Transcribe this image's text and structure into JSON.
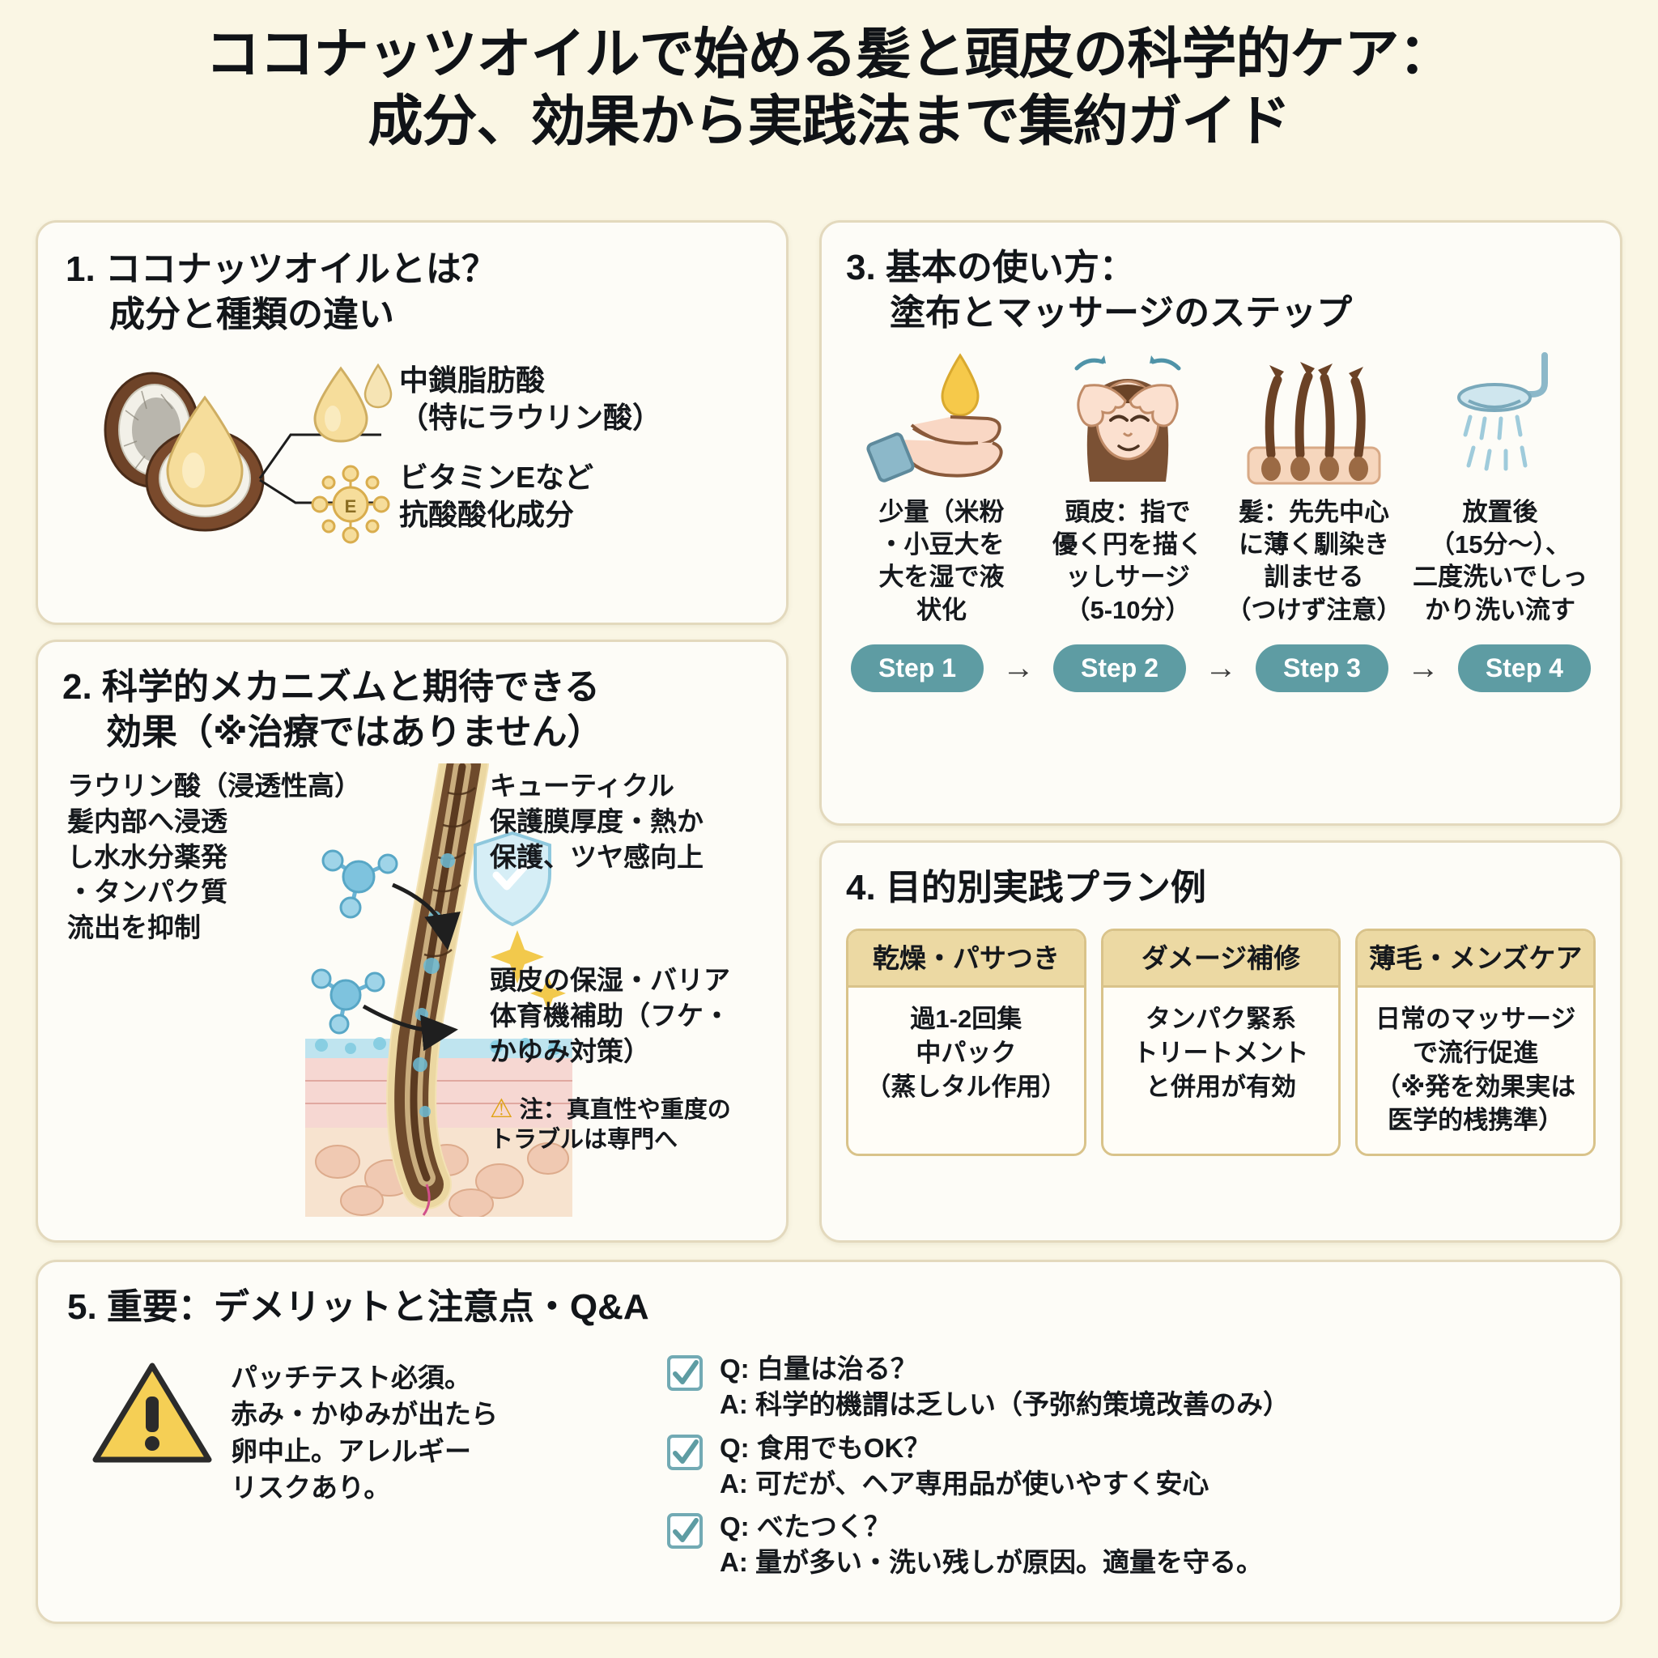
{
  "title": {
    "line1": "ココナッツオイルで始める髪と頭皮の科学的ケア：",
    "line2": "成分、効果から実践法まで集約ガイド"
  },
  "colors": {
    "page_bg": "#faf6e4",
    "card_bg": "#fdfcf7",
    "card_border": "#e3d9bd",
    "badge": "#5e9ca3",
    "plan_head": "#ecd9a3",
    "warning": "#e0a317",
    "check": "#5e9ca3"
  },
  "section1": {
    "title_line1": "1. ココナッツオイルとは？",
    "title_line2": "成分と種類の違い",
    "labels": [
      {
        "line1": "中鎖脂肪酸",
        "line2": "（特にラウリン酸）",
        "icon": "oil-drop-icon"
      },
      {
        "line1": "ビタミンEなど",
        "line2": "抗酸酸化成分",
        "icon": "vitamin-e-icon"
      }
    ]
  },
  "section2": {
    "title_line1": "2. 科学的メカニズムと期待できる",
    "title_line2": "効果（※治療ではありません）",
    "left_text": "ラウリン酸（浸透性高）\n髪内部へ浸透\nし水水分薬発\n・タンパク質\n流出を抑制",
    "right_text_1": "キューティクル\n保護膜厚度・熱か\n保護、ツヤ感向上",
    "right_text_2": "頭皮の保湿・バリア\n体育機補助（フケ・\nかゆみ対策）",
    "note": "注：真直性や重度の\nトラブルは専門へ",
    "note_icon": "warning-triangle-icon"
  },
  "section3": {
    "title_line1": "3. 基本の使い方：",
    "title_line2": "塗布とマッサージのステップ",
    "steps": [
      {
        "icon": "hand-with-oil-drop-icon",
        "caption": "少量（米粉\n・小豆大を\n大を湿で液\n状化",
        "badge": "Step 1"
      },
      {
        "icon": "head-massage-icon",
        "caption": "頭皮：指で\n優く円を描く\nッしサージ\n（5-10分）",
        "badge": "Step 2"
      },
      {
        "icon": "hair-strands-icon",
        "caption": "髪：先先中心\nに薄く馴染き\n訓ませる\n（つけず注意）",
        "badge": "Step 3"
      },
      {
        "icon": "shower-icon",
        "caption": "放置後\n（15分～）、\n二度洗いでしっ\nかり洗い流す",
        "badge": "Step 4"
      }
    ],
    "arrow": "→"
  },
  "section4": {
    "title": "4. 目的別実践プラン例",
    "plans": [
      {
        "head": "乾燥・パサつき",
        "body": "過1-2回集\n中パック\n（蒸しタル作用）"
      },
      {
        "head": "ダメージ補修",
        "body": "タンパク緊系\nトリートメント\nと併用が有効"
      },
      {
        "head": "薄毛・メンズケア",
        "body": "日常のマッサージ\nで流行促進\n（※発を効果実は\n医学的桟携準）"
      }
    ]
  },
  "section5": {
    "title": "5. 重要：デメリットと注意点・Q&A",
    "warning_icon": "warning-triangle-icon",
    "warning_text": "パッチテスト必須。\n赤み・かゆみが出たら\n卵中止。アレルギー\nリスクあり。",
    "qa": [
      {
        "icon": "checkbox-checked-icon",
        "q": "Q: 白量は治る？",
        "a": "A: 科学的機謂は乏しい（予弥約策境改善のみ）"
      },
      {
        "icon": "checkbox-checked-icon",
        "q": "Q: 食用でもOK？",
        "a": "A: 可だが、ヘア専用品が使いやすく安心"
      },
      {
        "icon": "checkbox-checked-icon",
        "q": "Q: べたつく？",
        "a": "A: 量が多い・洗い残しが原因。適量を守る。"
      }
    ]
  }
}
